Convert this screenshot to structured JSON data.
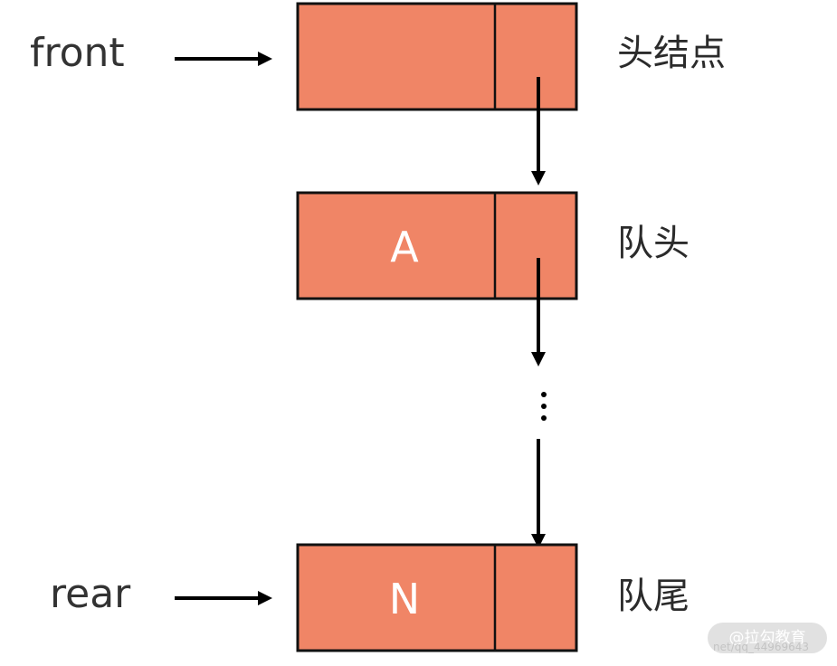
{
  "pointers": {
    "front": "front",
    "rear": "rear"
  },
  "nodes": [
    {
      "value": "",
      "label": "头结点"
    },
    {
      "value": "A",
      "label": "队头"
    },
    {
      "value": "N",
      "label": "队尾"
    }
  ],
  "ellipsis": "⋮",
  "watermark": {
    "text": "@拉勾教育",
    "sub": "net/qq_44969643"
  },
  "colors": {
    "node_fill": "#f08566",
    "stroke": "#111111",
    "arrow": "#000000"
  }
}
